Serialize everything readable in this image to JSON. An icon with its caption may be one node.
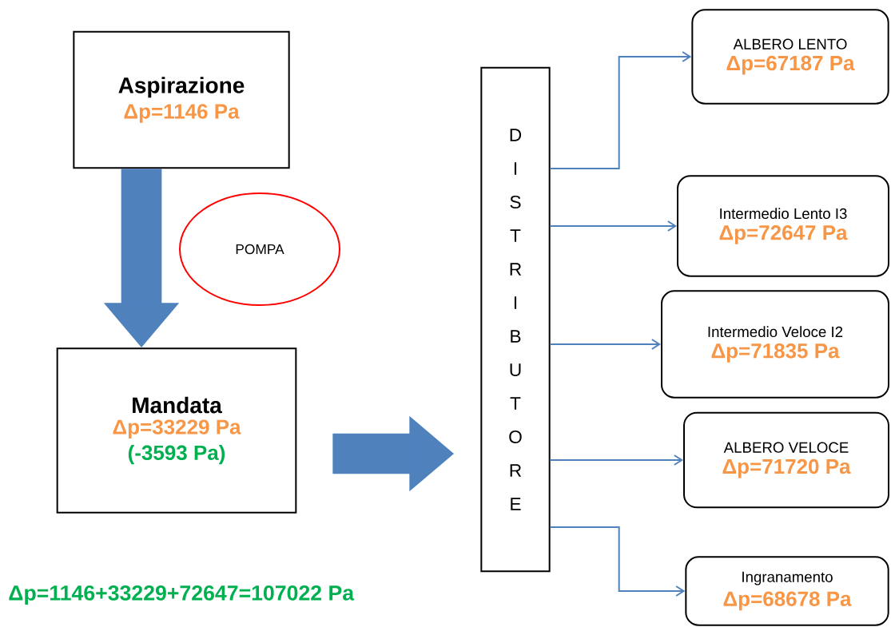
{
  "diagram": {
    "nodes": [
      {
        "text": [
          "Aspirazione",
          "Δp=1146 Pa"
        ]
      },
      {
        "text": [
          "POMPA"
        ]
      },
      {
        "text": [
          "Mandata",
          "Δp=33229 Pa",
          "(-3593 Pa)"
        ]
      },
      {
        "text": [
          "DISTRIBUTORE"
        ]
      },
      {
        "text": [
          "ALBERO LENTO",
          "Δp=67187 Pa"
        ]
      },
      {
        "text": [
          "Intermedio Lento I3",
          "Δp=72647 Pa"
        ]
      },
      {
        "text": [
          "Intermedio Veloce I2",
          "Δp=71835 Pa"
        ]
      },
      {
        "text": [
          "ALBERO VELOCE",
          "Δp=71720 Pa"
        ]
      },
      {
        "text": [
          "Ingranamento",
          "Δp=68678 Pa"
        ]
      }
    ],
    "edges": [
      {
        "from": 0,
        "to": 2,
        "arrow": "to",
        "style": "thick"
      },
      {
        "from": 2,
        "to": 3,
        "arrow": "to",
        "style": "thick"
      },
      {
        "from": 3,
        "to": 4,
        "arrow": "to"
      },
      {
        "from": 3,
        "to": 5,
        "arrow": "to"
      },
      {
        "from": 3,
        "to": 6,
        "arrow": "to"
      },
      {
        "from": 3,
        "to": 7,
        "arrow": "to"
      },
      {
        "from": 3,
        "to": 8,
        "arrow": "to"
      }
    ],
    "labels": [
      "Δp=1146+33229+72647=107022 Pa"
    ]
  }
}
